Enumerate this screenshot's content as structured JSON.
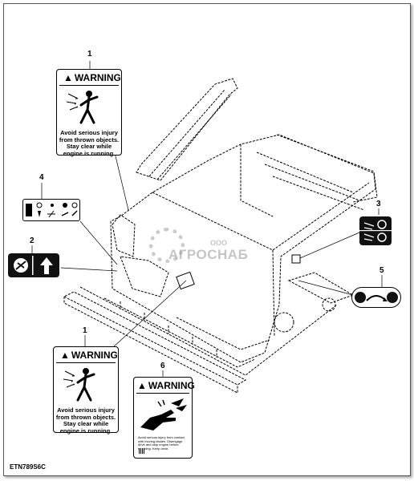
{
  "figure_id": "ETN789S6C",
  "callouts": {
    "c1a": "1",
    "c1b": "1",
    "c2": "2",
    "c3": "3",
    "c4": "4",
    "c5": "5",
    "c6": "6"
  },
  "decal_1": {
    "title": "WARNING",
    "text_lines": [
      "Avoid serious injury",
      "from thrown objects.",
      "Stay clear while",
      "engine is running."
    ]
  },
  "decal_6": {
    "title": "WARNING",
    "small_text": "Avoid serious injury from contact with moving blades. Disengage drive and stop engine before servicing. Keep clear."
  },
  "watermark": {
    "brand": "АГРОСНАБ",
    "prefix": "ООО"
  },
  "colors": {
    "line": "#000000",
    "decal_dark": "#111111",
    "watermark": "#9a9a9a"
  }
}
